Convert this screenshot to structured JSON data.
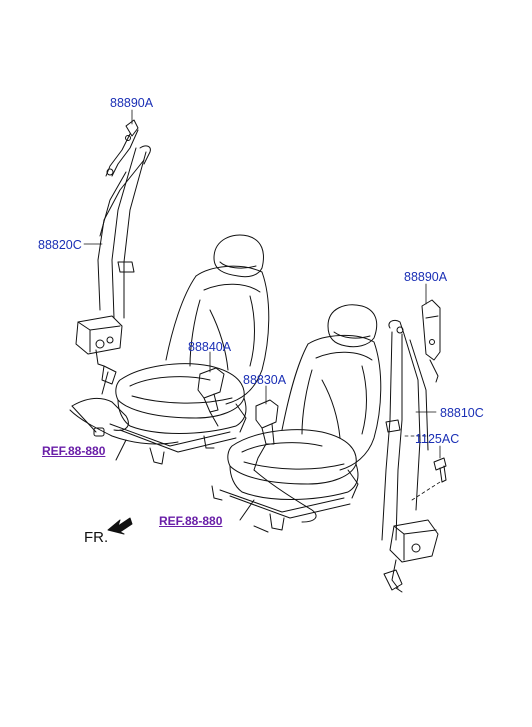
{
  "labels": {
    "l1": "88890A",
    "l2": "88820C",
    "l3": "88840A",
    "l4": "88830A",
    "l5": "88890A",
    "l6": "88810C",
    "l7": "1125AC"
  },
  "refs": {
    "r1": "REF.88-880",
    "r2": "REF.88-880"
  },
  "direction": {
    "text": "FR.",
    "arrow_icon": "front-arrow-icon"
  },
  "colors": {
    "label": "#1a2fb5",
    "ref": "#6a1fa8",
    "line": "#111111"
  }
}
